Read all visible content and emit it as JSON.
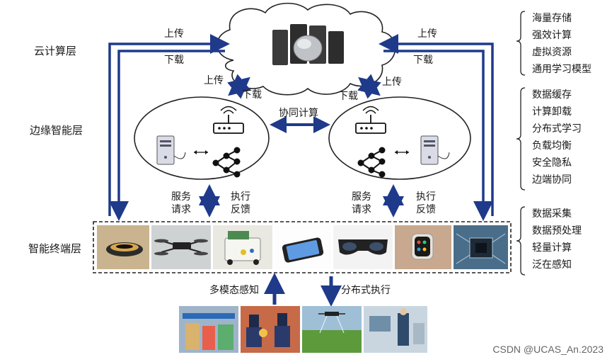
{
  "layers": {
    "cloud": "云计算层",
    "edge": "边缘智能层",
    "terminal": "智能终端层"
  },
  "cloud_features": [
    "海量存储",
    "强效计算",
    "虚拟资源",
    "通用学习模型"
  ],
  "edge_features": [
    "数据缓存",
    "计算卸载",
    "分布式学习",
    "负载均衡",
    "安全隐私",
    "边端协同"
  ],
  "terminal_features": [
    "数据采集",
    "数据预处理",
    "轻量计算",
    "泛在感知"
  ],
  "arrows": {
    "upload": "上传",
    "download": "下载",
    "collab": "协同计算",
    "service_line1": "服务",
    "service_line2": "请求",
    "feedback_line1": "执行",
    "feedback_line2": "反馈",
    "multimodal": "多模态感知",
    "distributed_exec": "分布式执行"
  },
  "watermark": "CSDN @UCAS_An.2023",
  "colors": {
    "arrow": "#1f3a8a",
    "frame": "#222222"
  }
}
